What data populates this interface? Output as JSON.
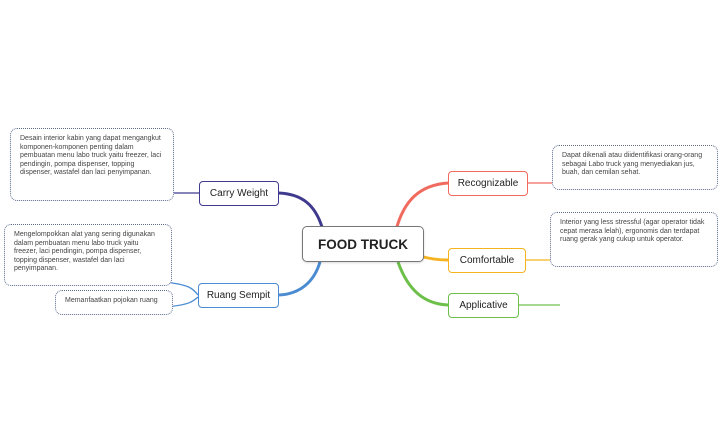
{
  "root": {
    "label": "FOOD TRUCK"
  },
  "branches": {
    "recognizable": {
      "label": "Recognizable",
      "color": "#f06b5d",
      "note": "Dapat dikenali atau diidentifikasi orang-orang sebagai Labo truck yang menyediakan jus, buah, dan cemilan sehat."
    },
    "comfortable": {
      "label": "Comfortable",
      "color": "#f5b31f",
      "note": "Interior yang less stressful (agar operator tidak cepat merasa lelah), ergonomis dan terdapat ruang gerak yang cukup untuk operator."
    },
    "applicative": {
      "label": "Applicative",
      "color": "#6cc04a"
    },
    "carry_weight": {
      "label": "Carry Weight",
      "color": "#3f3a8e",
      "note": "Desain interior kabin yang dapat mengangkut komponen-komponen penting dalam pembuatan menu labo truck yaitu freezer, laci pendingin, pompa dispenser, topping dispenser, wastafel dan laci penyimpanan."
    },
    "ruang_sempit": {
      "label": "Ruang Sempit",
      "color": "#4a8bd1",
      "note": "Mengelompokkan alat yang sering digunakan dalam pembuatan menu labo truck yaitu freezer, laci pendingin, pompa dispenser, topping dispenser, wastafel dan laci penyimpanan.",
      "subtopic": "Memanfaatkan pojokan ruang"
    }
  }
}
